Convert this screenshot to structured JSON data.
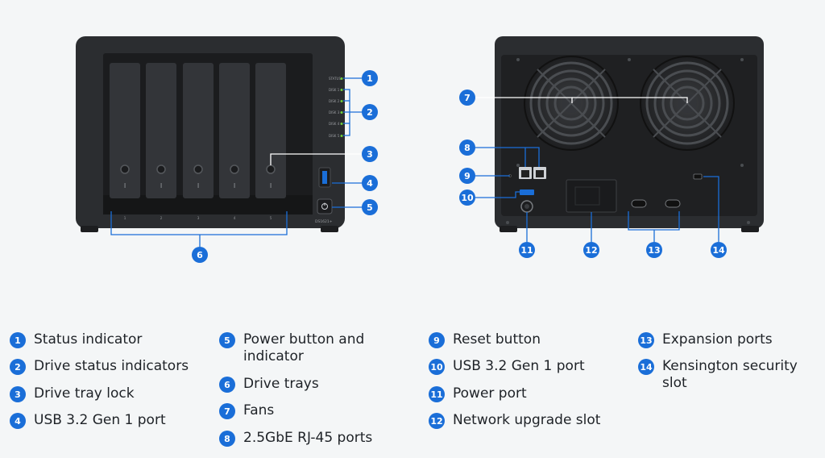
{
  "front_panel": {
    "indicator_labels": [
      "STATUS",
      "DISK 1",
      "DISK 2",
      "DISK 3",
      "DISK 4",
      "DISK 5"
    ],
    "bay_numbers": [
      "1",
      "2",
      "3",
      "4",
      "5"
    ],
    "model_label": "DS1621+"
  },
  "callouts": [
    "1",
    "2",
    "3",
    "4",
    "5",
    "6",
    "7",
    "8",
    "9",
    "10",
    "11",
    "12",
    "13",
    "14"
  ],
  "legend": [
    {
      "num": "1",
      "label": "Status indicator"
    },
    {
      "num": "2",
      "label": "Drive status indicators"
    },
    {
      "num": "3",
      "label": "Drive tray lock"
    },
    {
      "num": "4",
      "label": "USB 3.2 Gen 1 port"
    },
    {
      "num": "5",
      "label": "Power button and indicator"
    },
    {
      "num": "6",
      "label": "Drive trays"
    },
    {
      "num": "7",
      "label": "Fans"
    },
    {
      "num": "8",
      "label": "2.5GbE RJ-45 ports"
    },
    {
      "num": "9",
      "label": "Reset button"
    },
    {
      "num": "10",
      "label": "USB 3.2 Gen 1 port"
    },
    {
      "num": "11",
      "label": "Power port"
    },
    {
      "num": "12",
      "label": "Network upgrade slot"
    },
    {
      "num": "13",
      "label": "Expansion ports"
    },
    {
      "num": "14",
      "label": "Kensington security slot"
    }
  ],
  "colors": {
    "accent": "#1a6ed8",
    "chassis": "#2b2d30",
    "text": "#1e2227",
    "led": "#6fcf3b"
  }
}
